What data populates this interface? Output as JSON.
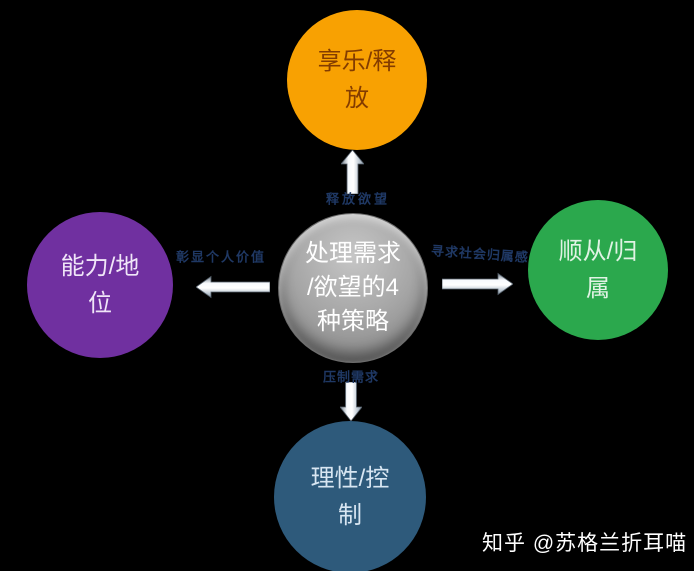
{
  "diagram": {
    "center": {
      "label": "处理需求\n/欲望的4\n种策略",
      "bg": "#9A9A9A",
      "fg": "#FFFFFF"
    },
    "nodes": [
      {
        "id": "top",
        "label": "享乐/释\n放",
        "bg": "#F8A102",
        "fg": "#833C00"
      },
      {
        "id": "left",
        "label": "能力/地\n位",
        "bg": "#7030A0",
        "fg": "#F0E6F8"
      },
      {
        "id": "right",
        "label": "顺从/归\n属",
        "bg": "#2BA84D",
        "fg": "#E0F3E4"
      },
      {
        "id": "bottom",
        "label": "理性/控\n制",
        "bg": "#2E5A7B",
        "fg": "#D8E6F2"
      }
    ],
    "connectors": [
      {
        "id": "top",
        "label": "释放欲望"
      },
      {
        "id": "left",
        "label": "彰显个人价值"
      },
      {
        "id": "right",
        "label": "寻求社会归属感"
      },
      {
        "id": "bottom",
        "label": "压制需求"
      }
    ],
    "connector_text_color": "#1F3864",
    "arrow_color": "#D9E2EA",
    "background_color": "#000000"
  },
  "watermark": {
    "text": "知乎 @苏格兰折耳喵",
    "color": "#FFFFFF"
  }
}
